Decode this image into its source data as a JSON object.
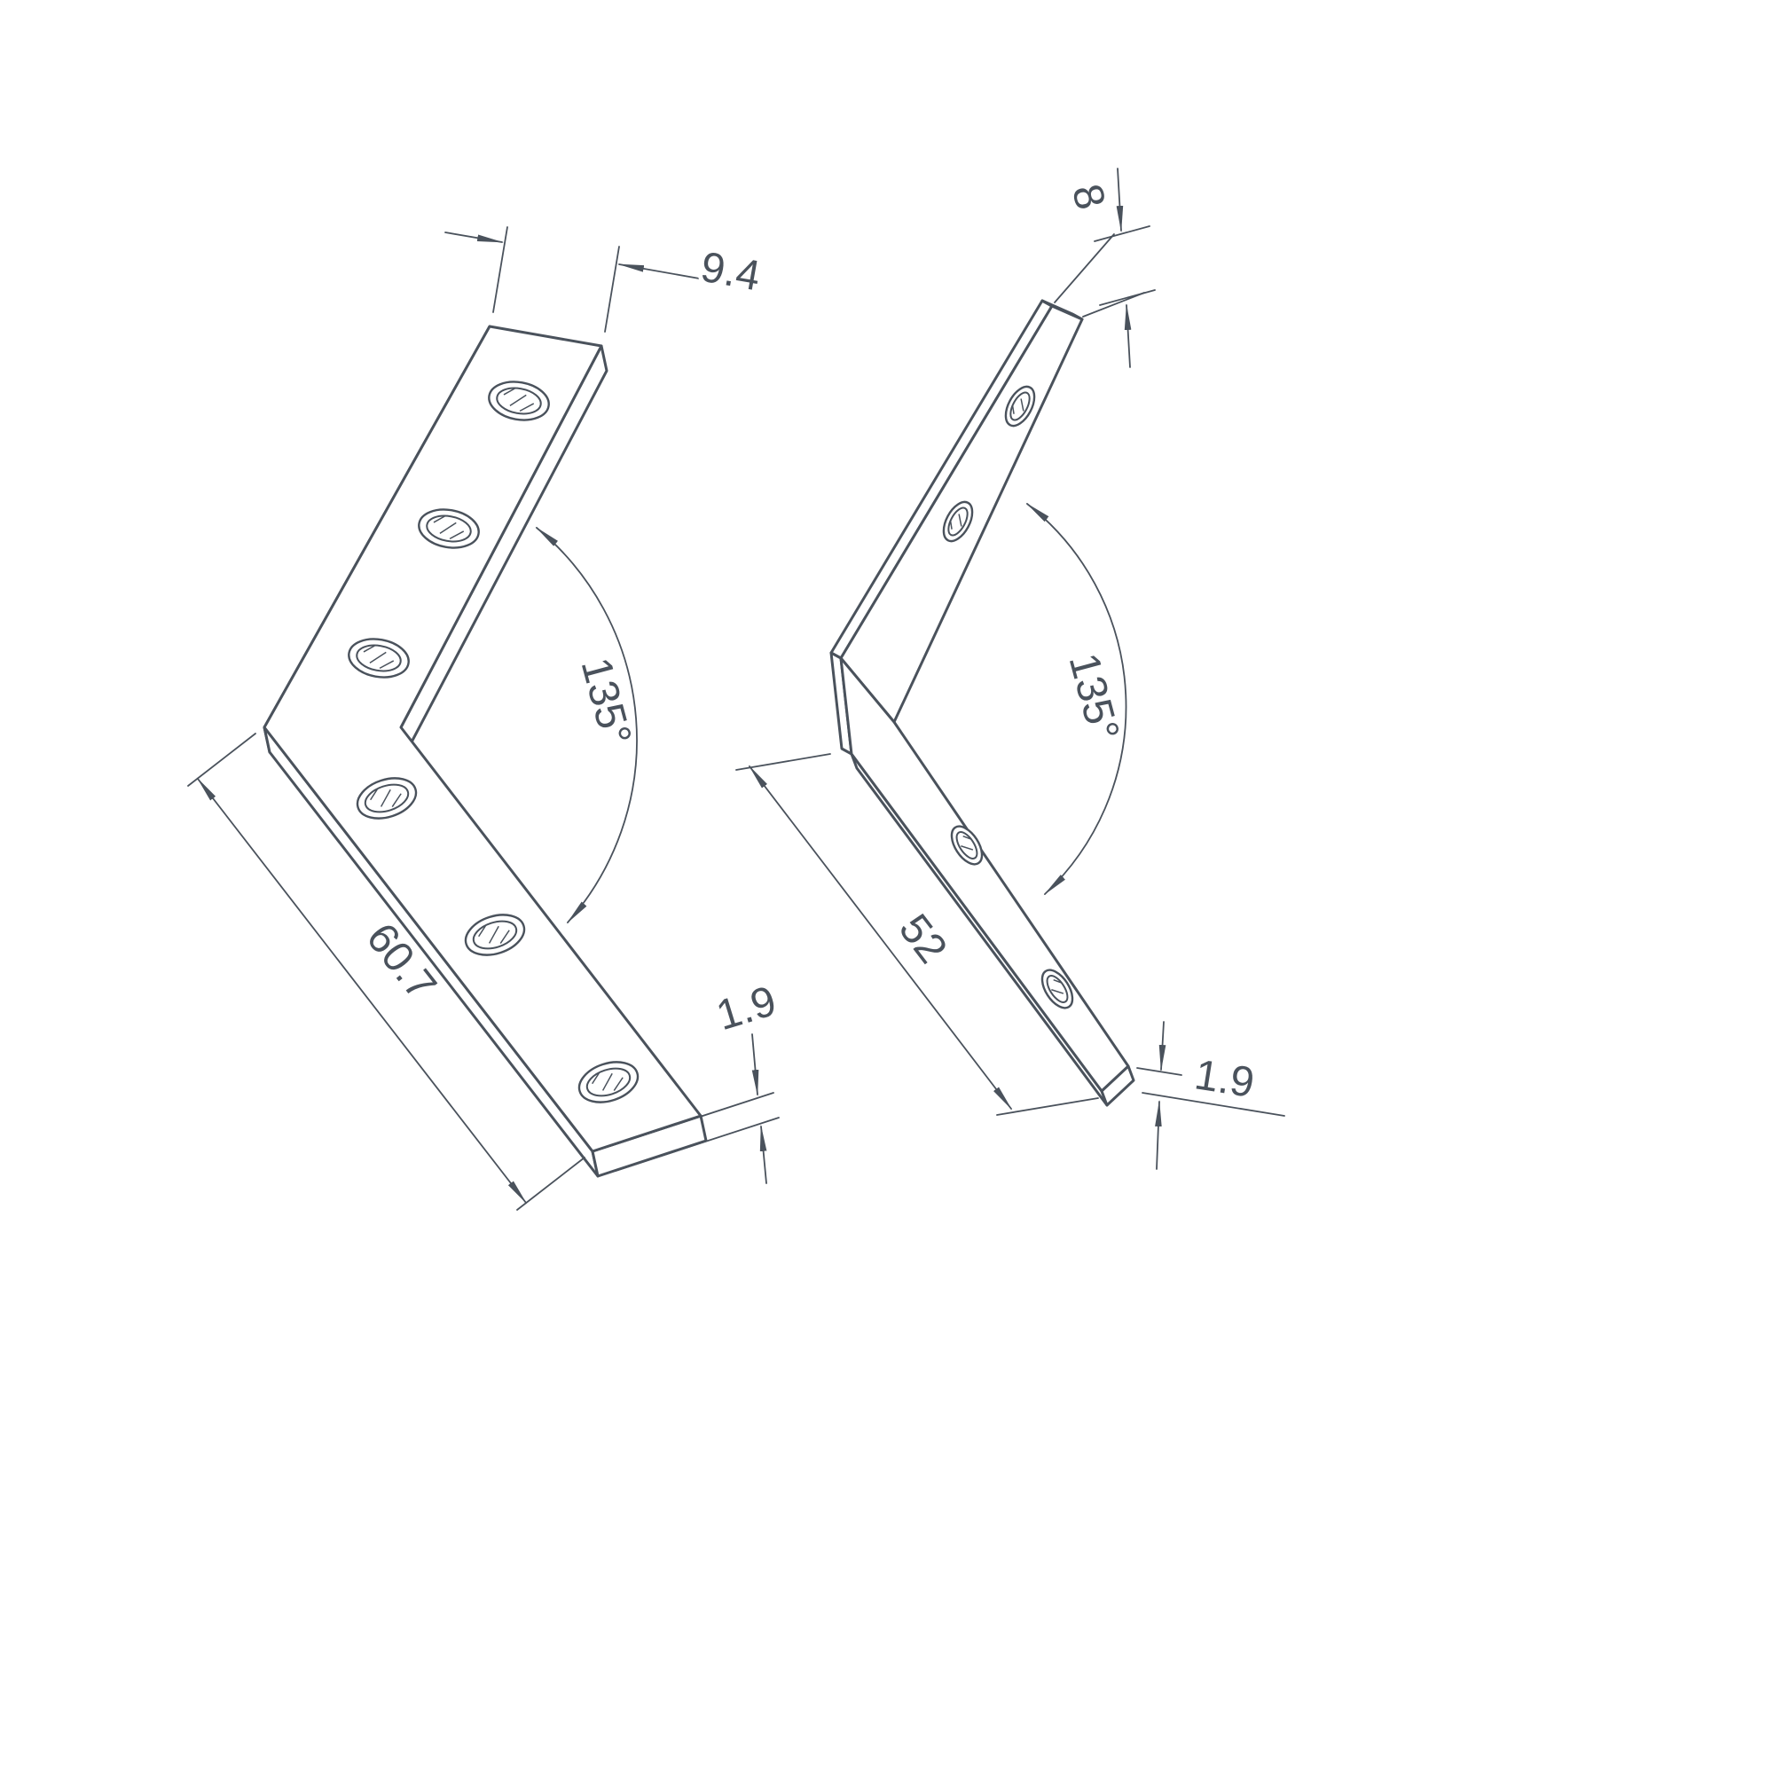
{
  "drawing": {
    "type": "technical-drawing",
    "views": {
      "front": {
        "name": "corner-bracket-front-view",
        "hole_count": 6,
        "dimensions": {
          "width": "9.4",
          "length": "60.7",
          "thickness": "1.9",
          "angle": "135°"
        }
      },
      "side": {
        "name": "corner-bracket-side-view",
        "hole_count": 4,
        "dimensions": {
          "width": "8",
          "length": "52",
          "thickness": "1.9",
          "angle": "135°"
        }
      }
    },
    "style": {
      "line_color": "#4a525c",
      "background": "#ffffff"
    }
  }
}
